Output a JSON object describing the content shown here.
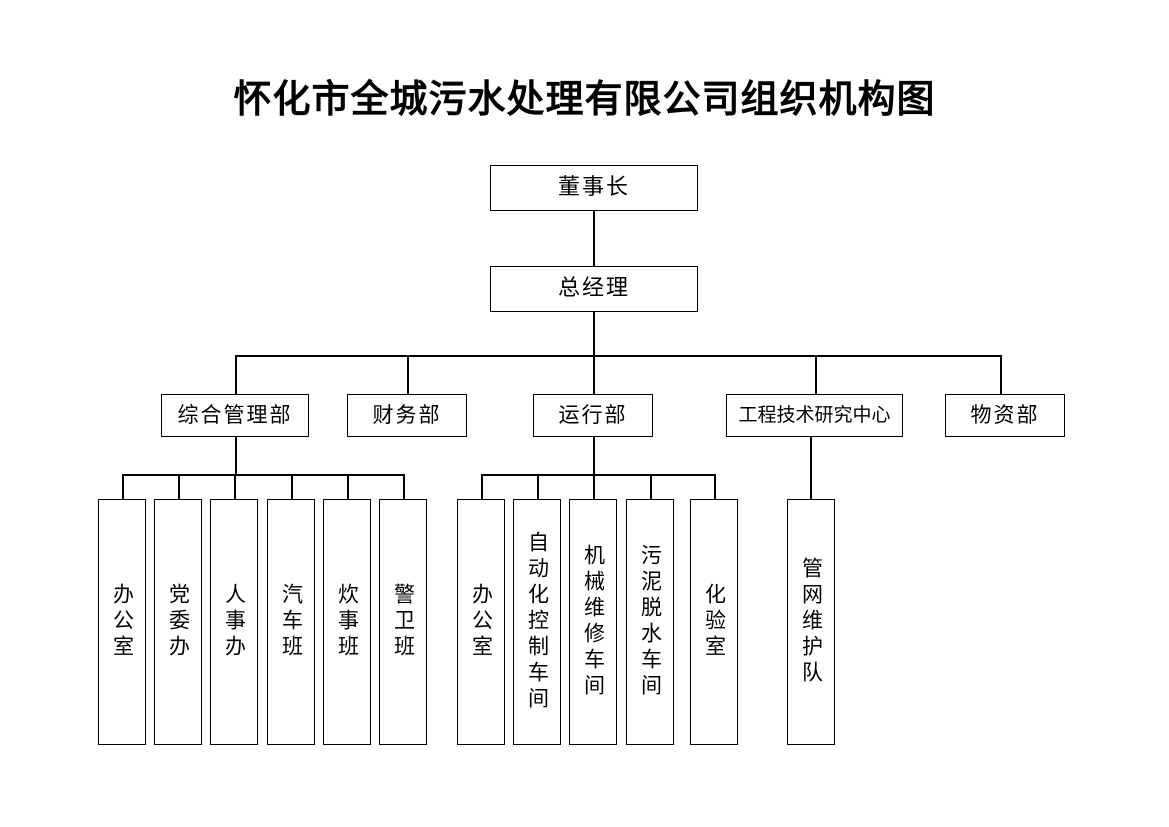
{
  "title": "怀化市全城污水处理有限公司组织机构图",
  "chart_data": {
    "type": "diagram",
    "diagram_kind": "organization-chart",
    "orientation": "top-down",
    "title": "怀化市全城污水处理有限公司组织机构图",
    "node_count": 21,
    "levels": 4
  },
  "nodes": {
    "chairman": {
      "label": "董事长",
      "level": 1
    },
    "general_manager": {
      "label": "总经理",
      "level": 2
    },
    "departments": [
      {
        "id": "general_admin",
        "label": "综合管理部"
      },
      {
        "id": "finance",
        "label": "财务部"
      },
      {
        "id": "operations",
        "label": "运行部"
      },
      {
        "id": "engineering_center",
        "label": "工程技术研究中心"
      },
      {
        "id": "materials",
        "label": "物资部"
      }
    ],
    "general_admin_children": [
      {
        "id": "ga_office",
        "label": "办公室"
      },
      {
        "id": "ga_party",
        "label": "党委办"
      },
      {
        "id": "ga_hr",
        "label": "人事办"
      },
      {
        "id": "ga_vehicle",
        "label": "汽车班"
      },
      {
        "id": "ga_kitchen",
        "label": "炊事班"
      },
      {
        "id": "ga_guard",
        "label": "警卫班"
      }
    ],
    "operations_children": [
      {
        "id": "op_office",
        "label": "办公室"
      },
      {
        "id": "op_auto_control",
        "label": "自动化控制车间"
      },
      {
        "id": "op_mech_repair",
        "label": "机械维修车间"
      },
      {
        "id": "op_sludge",
        "label": "污泥脱水车间"
      },
      {
        "id": "op_lab",
        "label": "化验室"
      }
    ],
    "engineering_children": [
      {
        "id": "eng_pipe_maint",
        "label": "管网维护队"
      }
    ]
  },
  "colors": {
    "background": "#ffffff",
    "line": "#000000",
    "text": "#000000",
    "box_border": "#000000"
  }
}
